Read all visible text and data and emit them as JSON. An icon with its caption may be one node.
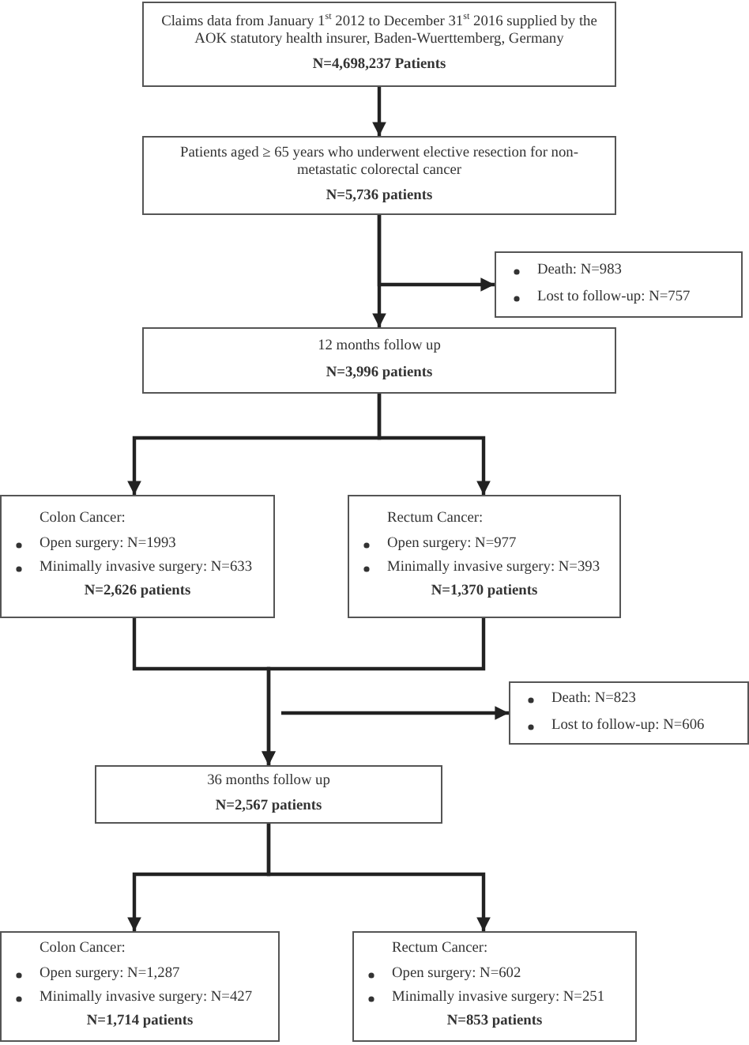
{
  "diagram": {
    "nodes": [
      {
        "text": [
          "Claims data from January 1$^{st}$ 2012 to December 31$^{st}$ 2016 supplied by the AOK statutory health insurer, Baden-Wuerttemberg, Germany",
          "N=4,698,237 Patients"
        ]
      },
      {
        "text": [
          "Patients aged ≥ 65 years who underwent elective resection for non-metastatic colorectal cancer",
          "N=5,736 patients"
        ]
      },
      {
        "text": [
          "Death: N=983",
          "Lost to follow-up: N=757"
        ]
      },
      {
        "text": [
          "12 months follow up",
          "N=3,996 patients"
        ]
      },
      {
        "text": [
          "Colon Cancer:",
          "Open surgery: N=1993",
          "Minimally invasive surgery: N=633",
          "N=2,626 patients"
        ]
      },
      {
        "text": [
          "Rectum Cancer:",
          "Open surgery: N=977",
          "Minimally invasive surgery: N=393",
          "N=1,370 patients"
        ]
      },
      {
        "text": [
          "Death: N=823",
          "Lost to follow-up: N=606"
        ]
      },
      {
        "text": [
          "36 months follow up",
          "N=2,567 patients"
        ]
      },
      {
        "text": [
          "Colon Cancer:",
          "Open surgery: N=1,287",
          "Minimally invasive surgery: N=427",
          "N=1,714 patients"
        ]
      },
      {
        "text": [
          "Rectum Cancer:",
          "Open surgery: N=602",
          "Minimally invasive surgery: N=251",
          "N=853 patients"
        ]
      }
    ],
    "edges": [
      {
        "from": 0,
        "to": 1,
        "arrow": "to"
      },
      {
        "from": 1,
        "to": 3,
        "arrow": "to"
      },
      {
        "from": 1,
        "to": 2,
        "arrow": "to"
      },
      {
        "from": 3,
        "to": 4,
        "arrow": "to"
      },
      {
        "from": 3,
        "to": 5,
        "arrow": "to"
      },
      {
        "from": 4,
        "to": 7,
        "arrow": "to"
      },
      {
        "from": 5,
        "to": 7,
        "arrow": "to"
      },
      {
        "from": null,
        "to": 6,
        "arrow": "to"
      },
      {
        "from": 7,
        "to": 8,
        "arrow": "to"
      },
      {
        "from": 7,
        "to": 9,
        "arrow": "to"
      }
    ]
  }
}
